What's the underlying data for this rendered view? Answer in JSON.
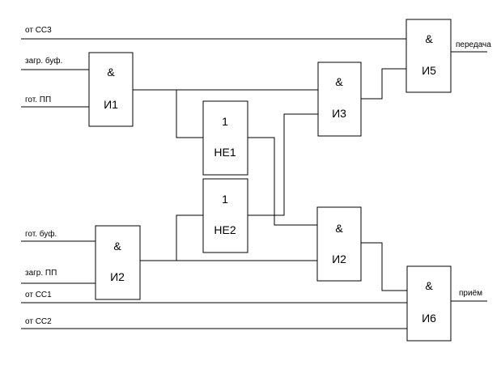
{
  "signals": {
    "ot_ss3": "от СС3",
    "zagr_buf": "загр. буф.",
    "got_pp": "гот. ПП",
    "got_buf": "гот. буф.",
    "zagr_pp": "загр. ПП",
    "ot_ss1": "от СС1",
    "ot_ss2": "от СС2",
    "peredacha": "передача",
    "priem": "приём"
  },
  "gates": {
    "i1": {
      "op": "&",
      "name": "И1"
    },
    "i2_left": {
      "op": "&",
      "name": "И2"
    },
    "i2_right": {
      "op": "&",
      "name": "И2"
    },
    "i3": {
      "op": "&",
      "name": "И3"
    },
    "i5": {
      "op": "&",
      "name": "И5"
    },
    "i6": {
      "op": "&",
      "name": "И6"
    },
    "ne1": {
      "op": "1",
      "name": "НЕ1"
    },
    "ne2": {
      "op": "1",
      "name": "НЕ2"
    }
  }
}
